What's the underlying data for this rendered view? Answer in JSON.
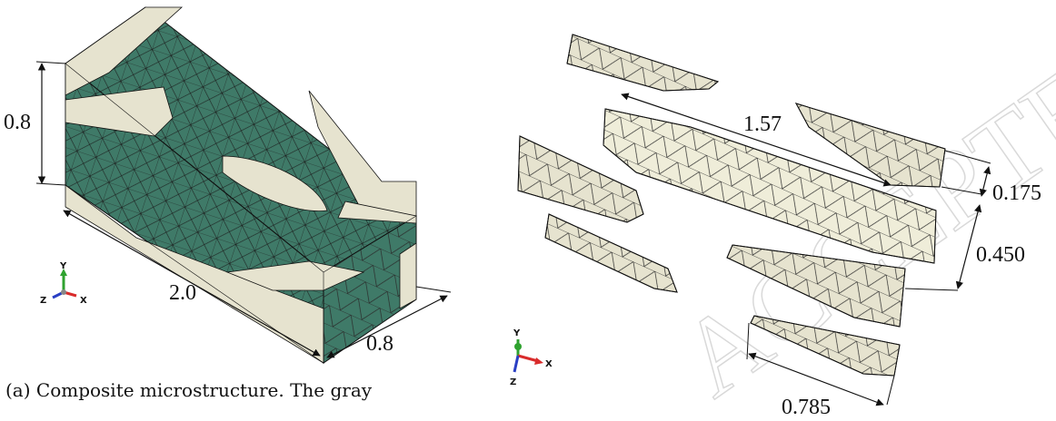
{
  "panel_a": {
    "dims": {
      "height": "0.8",
      "length": "2.0",
      "depth": "0.8"
    },
    "axes": {
      "y": "Y",
      "z": "Z",
      "x": "X"
    },
    "caption": "(a) Composite microstructure. The gray"
  },
  "panel_b": {
    "dims": {
      "fiber_length": "1.57",
      "gap": "0.175",
      "spacing": "0.450",
      "width": "0.785"
    },
    "axes": {
      "y": "Y",
      "z": "Z",
      "x": "X"
    }
  },
  "watermark": "ACCEPTED",
  "colors": {
    "matrix": "#3f7a68",
    "fiber": "#e6e3cf",
    "fiber_shade": "#cfcbb4",
    "mesh_line": "#1b1b1b",
    "axis_y": "#2fa22f",
    "axis_x": "#d92b2b",
    "axis_z": "#2a3fc4"
  }
}
